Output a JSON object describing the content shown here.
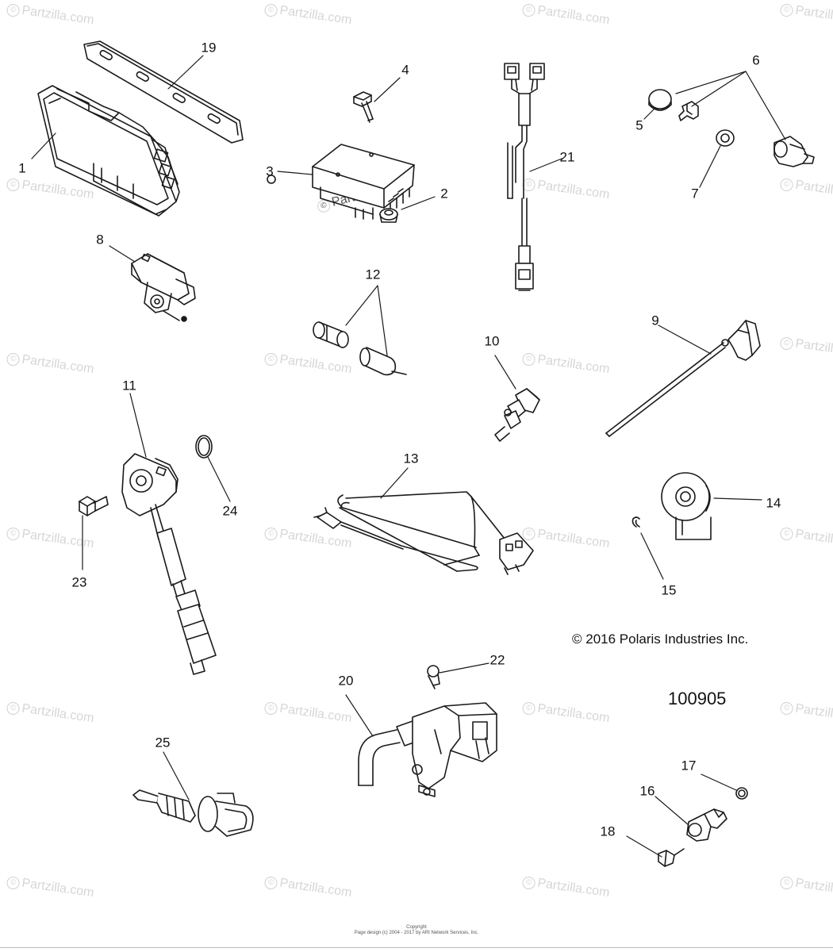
{
  "watermark": "Partzilla.com",
  "watermark_symbol": "©",
  "copyright_notice": "© 2016 Polaris Industries Inc.",
  "diagram_number": "100905",
  "footer": {
    "line1": "Copyright",
    "line2": "Page design (c) 2004 - 2017 by ARI Network Services, Inc."
  },
  "callouts": [
    "1",
    "2",
    "3",
    "4",
    "5",
    "6",
    "7",
    "8",
    "9",
    "10",
    "11",
    "12",
    "13",
    "14",
    "15",
    "16",
    "17",
    "18",
    "19",
    "20",
    "21",
    "22",
    "23",
    "24",
    "25"
  ],
  "parts": [
    {
      "callout": "1",
      "icon": "ecu-module-icon"
    },
    {
      "callout": "2",
      "icon": "grommet-icon"
    },
    {
      "callout": "3",
      "icon": "relay-box-icon"
    },
    {
      "callout": "4",
      "icon": "screw-icon"
    },
    {
      "callout": "5",
      "icon": "cap-icon"
    },
    {
      "callout": "6",
      "icon": "key-and-sensor-icon"
    },
    {
      "callout": "7",
      "icon": "washer-icon"
    },
    {
      "callout": "8",
      "icon": "map-sensor-icon"
    },
    {
      "callout": "9",
      "icon": "probe-sensor-icon"
    },
    {
      "callout": "10",
      "icon": "temperature-sensor-icon"
    },
    {
      "callout": "11",
      "icon": "throttle-position-sensor-icon"
    },
    {
      "callout": "12",
      "icon": "fuse-holder-icon"
    },
    {
      "callout": "13",
      "icon": "wire-harness-icon"
    },
    {
      "callout": "14",
      "icon": "knock-sensor-icon"
    },
    {
      "callout": "15",
      "icon": "clip-icon"
    },
    {
      "callout": "16",
      "icon": "elbow-fitting-icon"
    },
    {
      "callout": "17",
      "icon": "o-ring-icon"
    },
    {
      "callout": "18",
      "icon": "bolt-icon"
    },
    {
      "callout": "19",
      "icon": "mounting-strap-icon"
    },
    {
      "callout": "20",
      "icon": "idle-air-valve-icon"
    },
    {
      "callout": "21",
      "icon": "harness-adapter-icon"
    },
    {
      "callout": "22",
      "icon": "screw-icon"
    },
    {
      "callout": "23",
      "icon": "bolt-icon"
    },
    {
      "callout": "24",
      "icon": "o-ring-icon"
    },
    {
      "callout": "25",
      "icon": "connector-sensor-icon"
    }
  ]
}
